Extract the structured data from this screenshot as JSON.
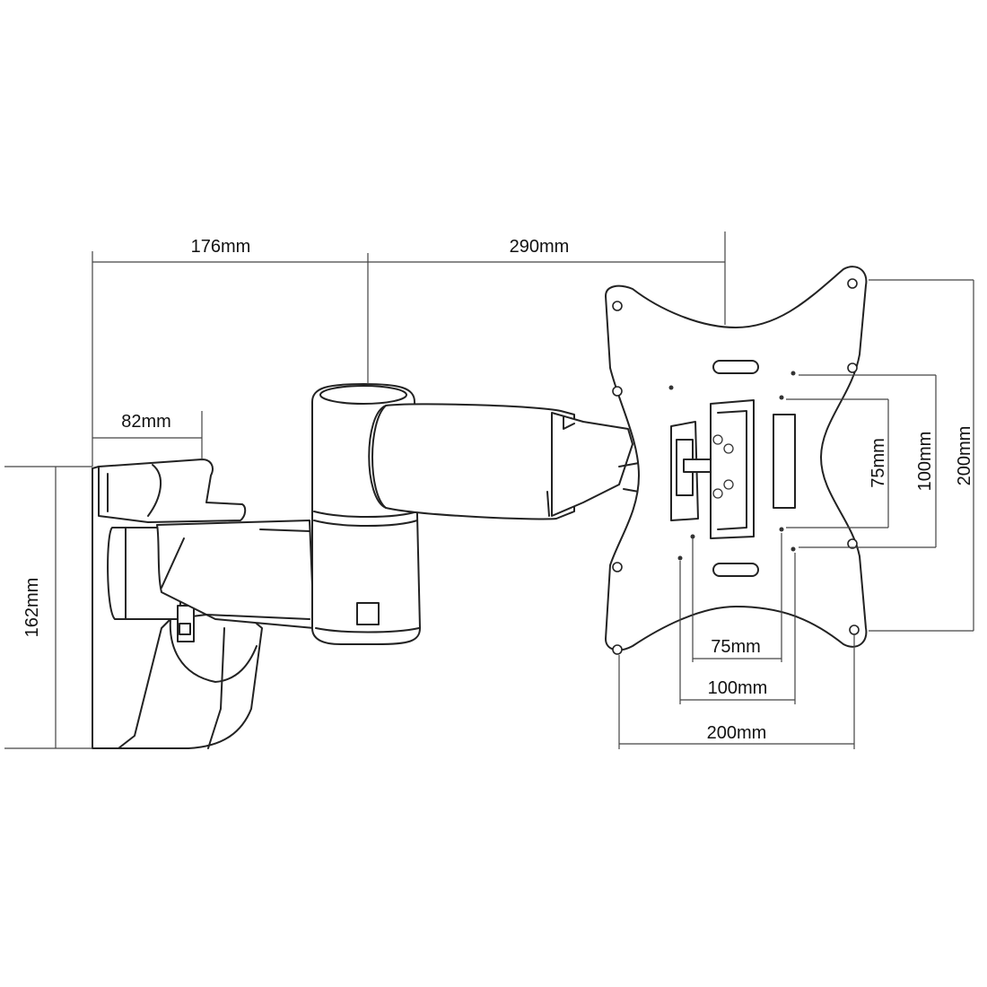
{
  "dimensions": {
    "arm_reach_1": "176mm",
    "arm_reach_2": "290mm",
    "wall_plate_depth": "82mm",
    "wall_plate_height": "162mm",
    "vesa_h_75": "75mm",
    "vesa_h_100": "100mm",
    "vesa_h_200": "200mm",
    "vesa_v_75": "75mm",
    "vesa_v_100": "100mm",
    "vesa_v_200": "200mm"
  }
}
